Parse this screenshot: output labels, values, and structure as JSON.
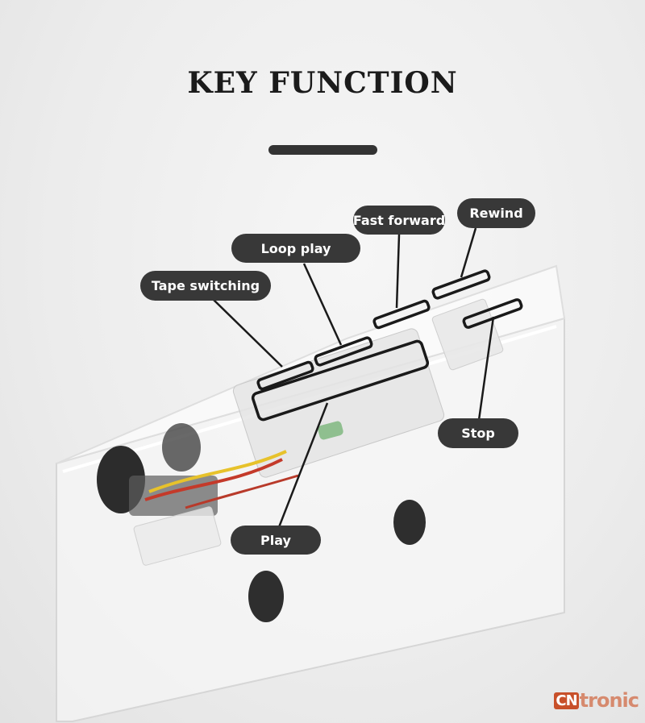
{
  "title": "KEY FUNCTION",
  "labels": {
    "tape_switching": "Tape switching",
    "loop_play": "Loop play",
    "fast_forward": "Fast forward",
    "rewind": "Rewind",
    "stop": "Stop",
    "play": "Play"
  },
  "watermark": {
    "cn": "CN",
    "rest": "tronic"
  },
  "colors": {
    "pill": "#383838",
    "pill_text": "#ffffff",
    "title": "#1b1b1b",
    "line": "#1a1a1a"
  }
}
